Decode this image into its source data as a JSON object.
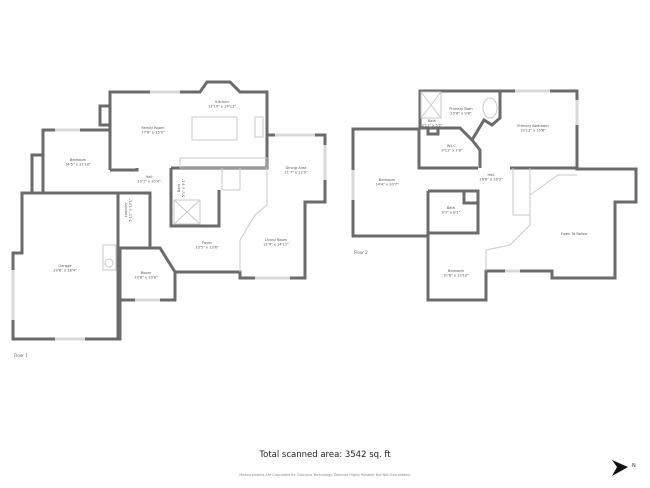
{
  "floor1": {
    "label": "Floor 1",
    "rooms": [
      {
        "name": "Kitchen",
        "size": "12'10\" x 14'11\""
      },
      {
        "name": "Family Room",
        "size": "17'6\" x 15'0\""
      },
      {
        "name": "Bedroom",
        "size": "14'5\" x 11'10\""
      },
      {
        "name": "Hall",
        "size": "10'1\" x 20'4\""
      },
      {
        "name": "Bath",
        "size": "5'1\" x 9'1\""
      },
      {
        "name": "Laundry",
        "size": "5'11\" x 13'1\""
      },
      {
        "name": "Dining Area",
        "size": "11'7\" x 12'9\""
      },
      {
        "name": "Foyer",
        "size": "13'5\" x 13'6\""
      },
      {
        "name": "Living Room",
        "size": "12'4\" x 14'11\""
      },
      {
        "name": "Garage",
        "size": "20'6\" x 28'4\""
      },
      {
        "name": "Room",
        "size": "10'8\" x 10'0\""
      }
    ]
  },
  "floor2": {
    "label": "Floor 2",
    "rooms": [
      {
        "name": "Primary Bath",
        "size": "15'6\" x 9'8\""
      },
      {
        "name": "Bath",
        "size": "3'11\" x 5'2\""
      },
      {
        "name": "Primary Bedroom",
        "size": "19'11\" x 15'8\""
      },
      {
        "name": "W.I.C.",
        "size": "9'11\" x 7'8\""
      },
      {
        "name": "Hall",
        "size": "16'8\" x 16'3\""
      },
      {
        "name": "Bedroom",
        "size": "14'4\" x 20'7\""
      },
      {
        "name": "Bath",
        "size": "9'3\" x 8'1\""
      },
      {
        "name": "Bedroom",
        "size": "10'8\" x 13'10\""
      },
      {
        "name": "Open To Below",
        "size": ""
      }
    ]
  },
  "footer": {
    "total_area": "Total scanned area: 3542 sq. ft",
    "disclaimer": "Measurements Are Calculated By Cubicasa Technology. Deemed Highly Reliable But Not Guaranteed."
  },
  "compass": {
    "icon": "north-arrow-icon",
    "label": "N"
  },
  "colors": {
    "wall": "#6b6b6b",
    "fixture": "#c9c9c9"
  }
}
